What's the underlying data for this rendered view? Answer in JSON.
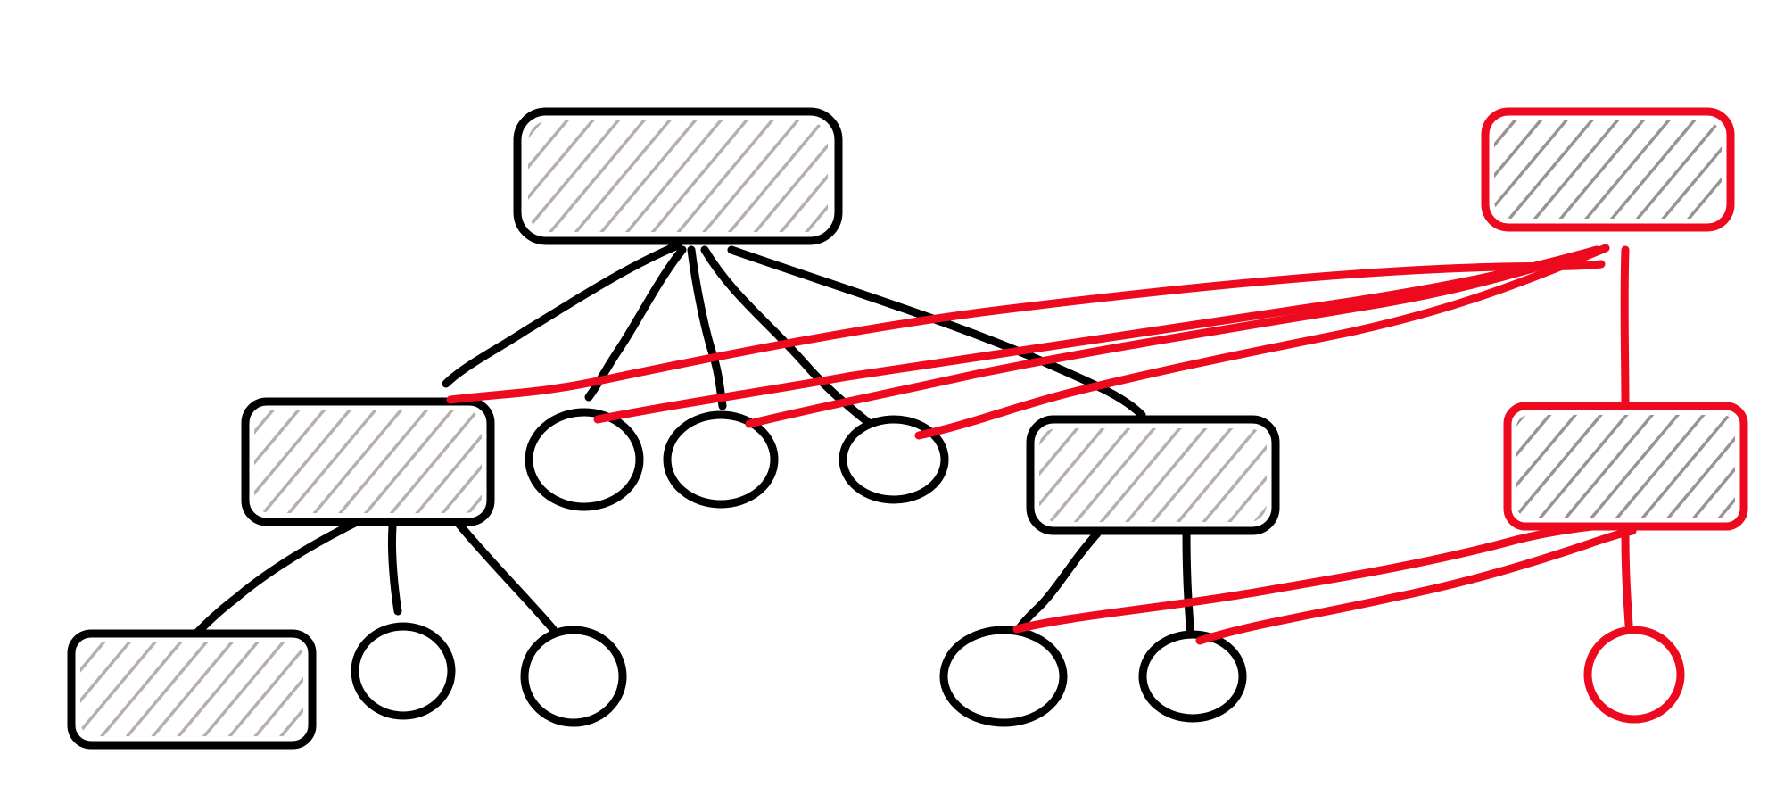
{
  "colors": {
    "background": "#ffffff",
    "black_stroke": "#000000",
    "red_stroke": "#ee0a1e",
    "hatch_on_black_box": "#b7aeae",
    "hatch_on_red_box": "#9a9393"
  },
  "tree_black": {
    "root": "box-node",
    "level_1": [
      "box-node",
      "circle-node",
      "circle-node",
      "circle-node",
      "box-node"
    ],
    "level_2_under_left_box": [
      "box-node",
      "circle-node",
      "circle-node"
    ],
    "level_2_under_right_box": [
      "circle-node",
      "circle-node"
    ]
  },
  "tree_red": {
    "root": "box-node",
    "child": "box-node",
    "grandchild": "circle-node"
  },
  "mapping_links": {
    "from_red_root_to": [
      "left-box",
      "circle-1",
      "circle-2",
      "circle-3"
    ],
    "from_red_child_to": [
      "right-box-circle-1",
      "right-box-circle-2"
    ]
  }
}
